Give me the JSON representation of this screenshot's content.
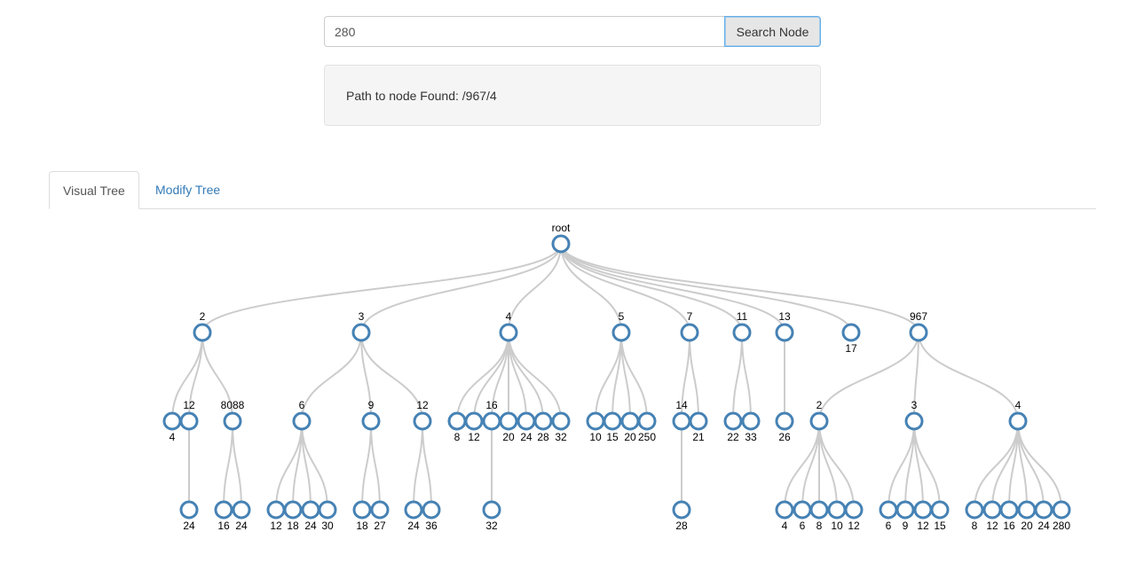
{
  "search": {
    "value": "280",
    "button_label": "Search Node"
  },
  "result": {
    "message": "Path to node Found: /967/4"
  },
  "tabs": [
    {
      "label": "Visual Tree",
      "active": true
    },
    {
      "label": "Modify Tree",
      "active": false
    }
  ],
  "colors": {
    "node_stroke": "#4682b4",
    "link": "#cccccc",
    "tab_link": "#337ab7"
  },
  "tree": {
    "name": "root",
    "children": [
      {
        "name": "2",
        "children": [
          {
            "name": "4"
          },
          {
            "name": "12",
            "children": [
              {
                "name": "24"
              }
            ]
          },
          {
            "name": "8088",
            "children": [
              {
                "name": "16"
              },
              {
                "name": "24"
              }
            ]
          }
        ]
      },
      {
        "name": "3",
        "children": [
          {
            "name": "6",
            "children": [
              {
                "name": "12"
              },
              {
                "name": "18"
              },
              {
                "name": "24"
              },
              {
                "name": "30"
              }
            ]
          },
          {
            "name": "9",
            "children": [
              {
                "name": "18"
              },
              {
                "name": "27"
              }
            ]
          },
          {
            "name": "12",
            "children": [
              {
                "name": "24"
              },
              {
                "name": "36"
              }
            ]
          }
        ]
      },
      {
        "name": "4",
        "children": [
          {
            "name": "8"
          },
          {
            "name": "12"
          },
          {
            "name": "16",
            "children": [
              {
                "name": "32"
              }
            ]
          },
          {
            "name": "20"
          },
          {
            "name": "24"
          },
          {
            "name": "28"
          },
          {
            "name": "32"
          }
        ]
      },
      {
        "name": "5",
        "children": [
          {
            "name": "10"
          },
          {
            "name": "15"
          },
          {
            "name": "20"
          },
          {
            "name": "250"
          }
        ]
      },
      {
        "name": "7",
        "children": [
          {
            "name": "14",
            "children": [
              {
                "name": "28"
              }
            ]
          },
          {
            "name": "21"
          }
        ]
      },
      {
        "name": "11",
        "children": [
          {
            "name": "22"
          },
          {
            "name": "33"
          }
        ]
      },
      {
        "name": "13",
        "children": [
          {
            "name": "26"
          }
        ]
      },
      {
        "name": "17"
      },
      {
        "name": "967",
        "children": [
          {
            "name": "2",
            "children": [
              {
                "name": "4"
              },
              {
                "name": "6"
              },
              {
                "name": "8"
              },
              {
                "name": "10"
              },
              {
                "name": "12"
              }
            ]
          },
          {
            "name": "3",
            "children": [
              {
                "name": "6"
              },
              {
                "name": "9"
              },
              {
                "name": "12"
              },
              {
                "name": "15"
              }
            ]
          },
          {
            "name": "4",
            "children": [
              {
                "name": "8"
              },
              {
                "name": "12"
              },
              {
                "name": "16"
              },
              {
                "name": "20"
              },
              {
                "name": "24"
              },
              {
                "name": "280"
              }
            ]
          }
        ]
      }
    ]
  }
}
